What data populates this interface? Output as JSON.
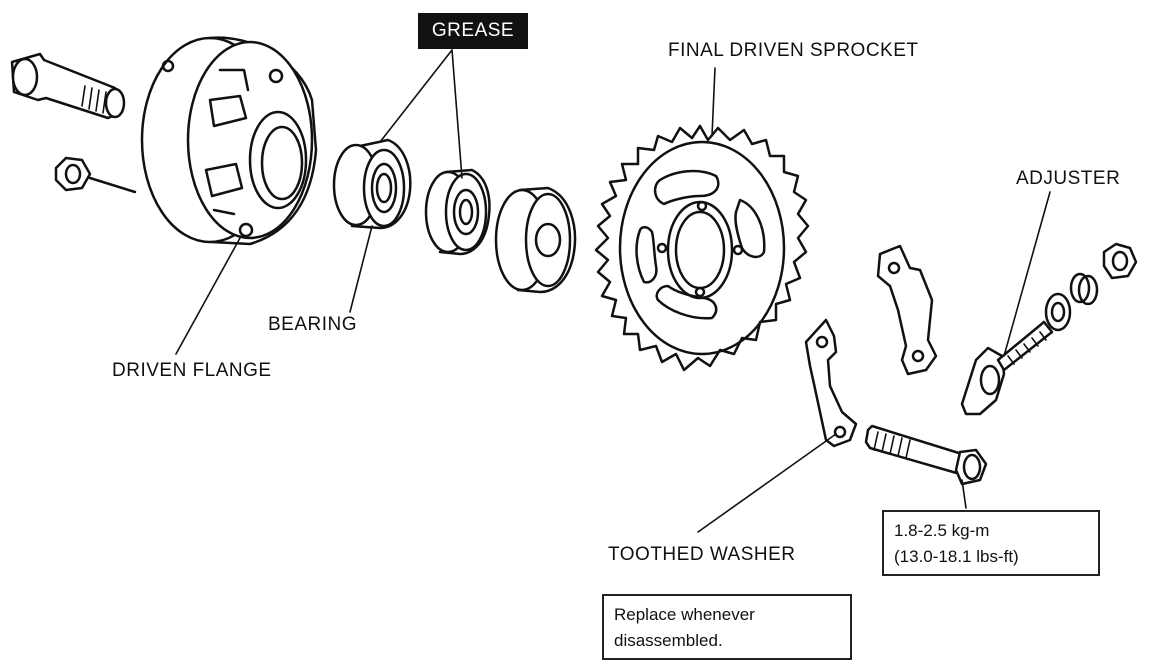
{
  "labels": {
    "grease": "GREASE",
    "final_driven_sprocket": "FINAL DRIVEN SPROCKET",
    "adjuster": "ADJUSTER",
    "bearing": "BEARING",
    "driven_flange": "DRIVEN FLANGE",
    "toothed_washer": "TOOTHED WASHER"
  },
  "torque_note": {
    "line1": "1.8-2.5 kg-m",
    "line2": "(13.0-18.1 lbs-ft)"
  },
  "replace_note": {
    "line1": "Replace whenever",
    "line2": "disassembled."
  }
}
